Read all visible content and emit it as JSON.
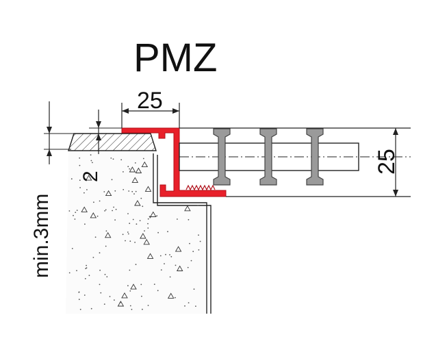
{
  "title": "PMZ",
  "dimensions": {
    "top_width": "25",
    "right_height": "25",
    "thickness": "2",
    "min_gap": "min.3mm"
  },
  "colors": {
    "profile": "#e8202a",
    "grid_bar": "#9a9a9a",
    "line": "#222222",
    "concrete_dot": "#555555"
  }
}
